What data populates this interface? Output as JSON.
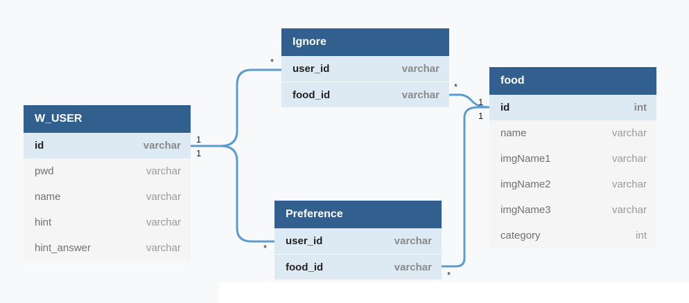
{
  "colors": {
    "header_bg": "#31608f",
    "header_text": "#ffffff",
    "key_row_bg": "#dde9f3",
    "connector": "#5b9bd0"
  },
  "tables": {
    "w_user": {
      "title": "W_USER",
      "fields": [
        {
          "name": "id",
          "type": "varchar"
        },
        {
          "name": "pwd",
          "type": "varchar"
        },
        {
          "name": "name",
          "type": "varchar"
        },
        {
          "name": "hint",
          "type": "varchar"
        },
        {
          "name": "hint_answer",
          "type": "varchar"
        }
      ]
    },
    "ignore": {
      "title": "Ignore",
      "fields": [
        {
          "name": "user_id",
          "type": "varchar"
        },
        {
          "name": "food_id",
          "type": "varchar"
        }
      ]
    },
    "preference": {
      "title": "Preference",
      "fields": [
        {
          "name": "user_id",
          "type": "varchar"
        },
        {
          "name": "food_id",
          "type": "varchar"
        }
      ]
    },
    "food": {
      "title": "food",
      "fields": [
        {
          "name": "id",
          "type": "int"
        },
        {
          "name": "name",
          "type": "varchar"
        },
        {
          "name": "imgName1",
          "type": "varchar"
        },
        {
          "name": "imgName2",
          "type": "varchar"
        },
        {
          "name": "imgName3",
          "type": "varchar"
        },
        {
          "name": "category",
          "type": "int"
        }
      ]
    }
  },
  "cardinalities": {
    "wuser_to_ignore_one": "1",
    "wuser_to_pref_one": "1",
    "ignore_user_many": "*",
    "pref_user_many": "*",
    "ignore_food_many": "*",
    "pref_food_many": "*",
    "food_from_ignore_one": "1",
    "food_from_pref_one": "1"
  }
}
